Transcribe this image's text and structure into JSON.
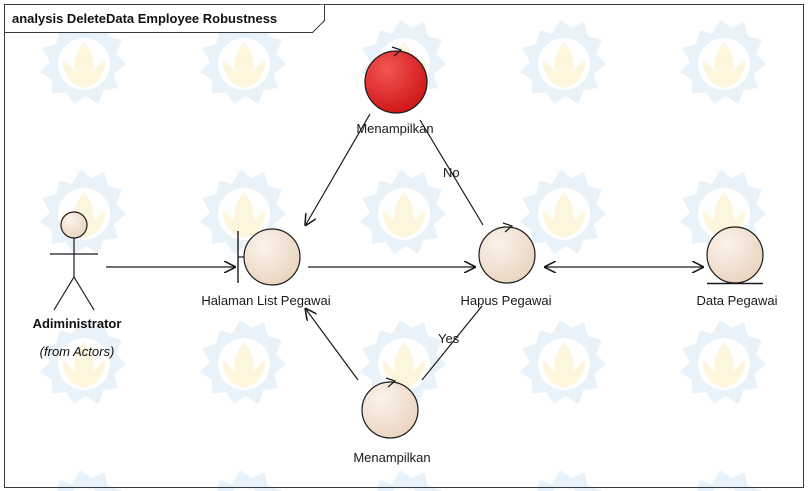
{
  "diagram": {
    "frame_title": "analysis DeleteData Employee Robustness",
    "actor": {
      "name": "Adiministrator",
      "from": "(from Actors)"
    },
    "nodes": {
      "menampilkan_top": "Menampilkan",
      "halaman": "Halaman List Pegawai",
      "hapus": "Hapus Pegawai",
      "data": "Data Pegawai",
      "menampilkan_bottom": "Menampilkan"
    },
    "edge_labels": {
      "no": "No",
      "yes": "Yes"
    },
    "colors": {
      "highlight_control": "#e02020",
      "node_fill": "#f3e6d8",
      "stroke": "#1a1a1a"
    }
  }
}
